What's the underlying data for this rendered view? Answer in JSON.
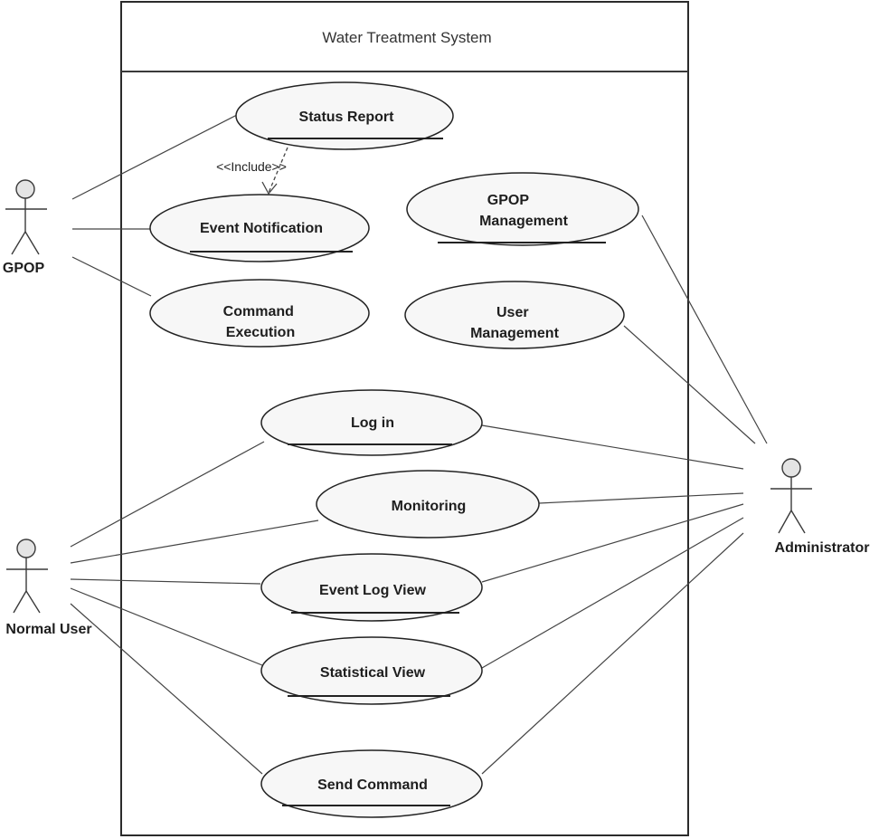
{
  "diagram": {
    "system_title": "Water Treatment System",
    "include_label": "<<Include>>",
    "actors": {
      "gpop": "GPOP",
      "normal_user": "Normal User",
      "administrator": "Administrator"
    },
    "use_cases": {
      "status_report": [
        "Status Report"
      ],
      "event_notification": [
        "Event Notification"
      ],
      "command_execution": [
        "Command",
        "Execution"
      ],
      "gpop_management": [
        "GPOP",
        "Management"
      ],
      "user_management": [
        "User",
        "Management"
      ],
      "log_in": [
        "Log in"
      ],
      "monitoring": [
        "Monitoring"
      ],
      "event_log_view": [
        "Event Log View"
      ],
      "statistical_view": [
        "Statistical View"
      ],
      "send_command": [
        "Send Command"
      ]
    }
  }
}
